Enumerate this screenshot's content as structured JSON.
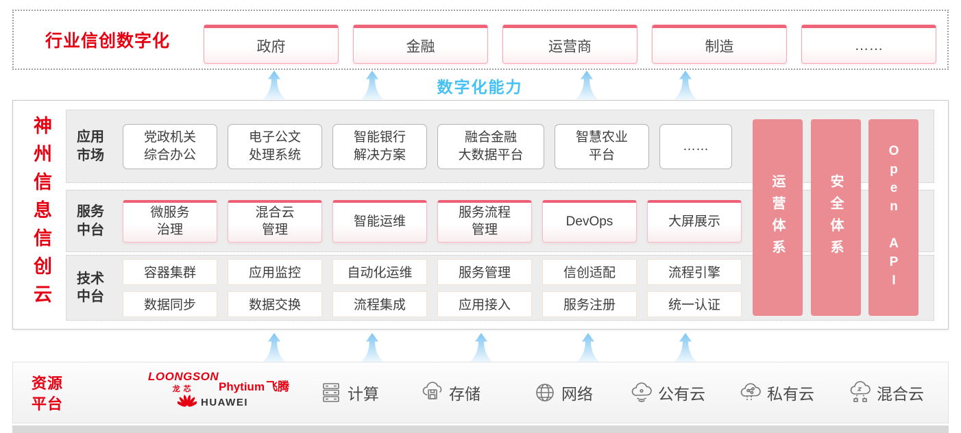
{
  "top_banner": {
    "title": "行业信创数字化",
    "industries": [
      "政府",
      "金融",
      "运营商",
      "制造",
      "……"
    ]
  },
  "capability_label": "数字化能力",
  "platform": {
    "title": "神州信息信创云",
    "rows": [
      {
        "label_lines": [
          "应用",
          "市场"
        ],
        "cards": [
          {
            "lines": [
              "党政机关",
              "综合办公"
            ]
          },
          {
            "lines": [
              "电子公文",
              "处理系统"
            ]
          },
          {
            "lines": [
              "智能银行",
              "解决方案"
            ]
          },
          {
            "lines": [
              "融合金融",
              "大数据平台"
            ]
          },
          {
            "lines": [
              "智慧农业",
              "平台"
            ]
          },
          {
            "lines": [
              "……"
            ]
          }
        ]
      },
      {
        "label_lines": [
          "服务",
          "中台"
        ],
        "cards": [
          {
            "lines": [
              "微服务",
              "治理"
            ]
          },
          {
            "lines": [
              "混合云",
              "管理"
            ]
          },
          {
            "lines": [
              "智能运维"
            ]
          },
          {
            "lines": [
              "服务流程",
              "管理"
            ]
          },
          {
            "lines": [
              "DevOps"
            ]
          },
          {
            "lines": [
              "大屏展示"
            ]
          }
        ]
      },
      {
        "label_lines": [
          "技术",
          "中台"
        ],
        "cards_top": [
          "容器集群",
          "应用监控",
          "自动化运维",
          "服务管理",
          "信创适配",
          "流程引擎"
        ],
        "cards_bottom": [
          "数据同步",
          "数据交换",
          "流程集成",
          "应用接入",
          "服务注册",
          "统一认证"
        ]
      }
    ],
    "side_bars": [
      "运营体系",
      "安全体系",
      "Open API"
    ]
  },
  "resource_platform": {
    "label_lines": [
      "资源",
      "平台"
    ],
    "vendors": {
      "loongson": "LOONGSON",
      "loongson_cn": "龙芯",
      "phytium": "Phytium",
      "phytium_cn": "飞腾",
      "huawei": "HUAWEI"
    },
    "resources": [
      {
        "icon": "compute-icon",
        "label": "计算"
      },
      {
        "icon": "storage-icon",
        "label": "存储"
      },
      {
        "icon": "network-icon",
        "label": "网络"
      },
      {
        "icon": "public-cloud-icon",
        "label": "公有云"
      },
      {
        "icon": "private-cloud-icon",
        "label": "私有云"
      },
      {
        "icon": "hybrid-cloud-icon",
        "label": "混合云"
      }
    ]
  },
  "colors": {
    "brand_red": "#e60012",
    "accent_pink": "#ef5f76",
    "side_bar_pink": "#ea8c92",
    "capability_blue": "#45c1f3"
  }
}
